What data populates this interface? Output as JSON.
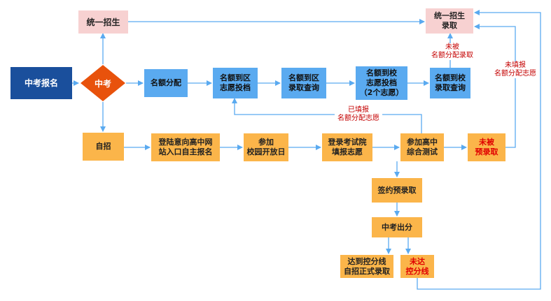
{
  "nodes": {
    "zhongkao_signup": "中考报名",
    "zhongkao": "中考",
    "unified_top": "统一招生",
    "unified_admit": "统一招生\n录取",
    "quota_alloc": "名额分配",
    "quota_district_apply": "名额到区\n志愿投档",
    "quota_district_query": "名额到区\n录取查询",
    "quota_school_apply": "名额到校\n志愿投档\n（2个志愿）",
    "quota_school_query": "名额到校\n录取查询",
    "self_recruit": "自招",
    "login_register": "登陆意向高中网\n站入口自主报名",
    "open_day": "参加\n校园开放日",
    "exam_site_apply": "登录考试院\n填报志愿",
    "comprehensive_test": "参加高中\n综合测试",
    "not_pre_admitted": "未被\n预录取",
    "sign_pre_admit": "签约预录取",
    "score_release": "中考出分",
    "reach_line": "达到控分线\n自招正式录取",
    "not_reach_line": "未达\n控分线"
  },
  "notes": {
    "not_quota_admitted": "未被\n名额分配录取",
    "filled_quota": "已填报\n名额分配志愿",
    "not_filled_quota": "未填报\n名额分配志愿"
  },
  "colors": {
    "arrow": "#5aaaf0",
    "dark_blue": "#1a4f9c",
    "light_blue": "#5aaaf0",
    "orange": "#fbb54a",
    "pink": "#f7d1d1",
    "diamond": "#e8520c",
    "red_text": "#e00000"
  }
}
